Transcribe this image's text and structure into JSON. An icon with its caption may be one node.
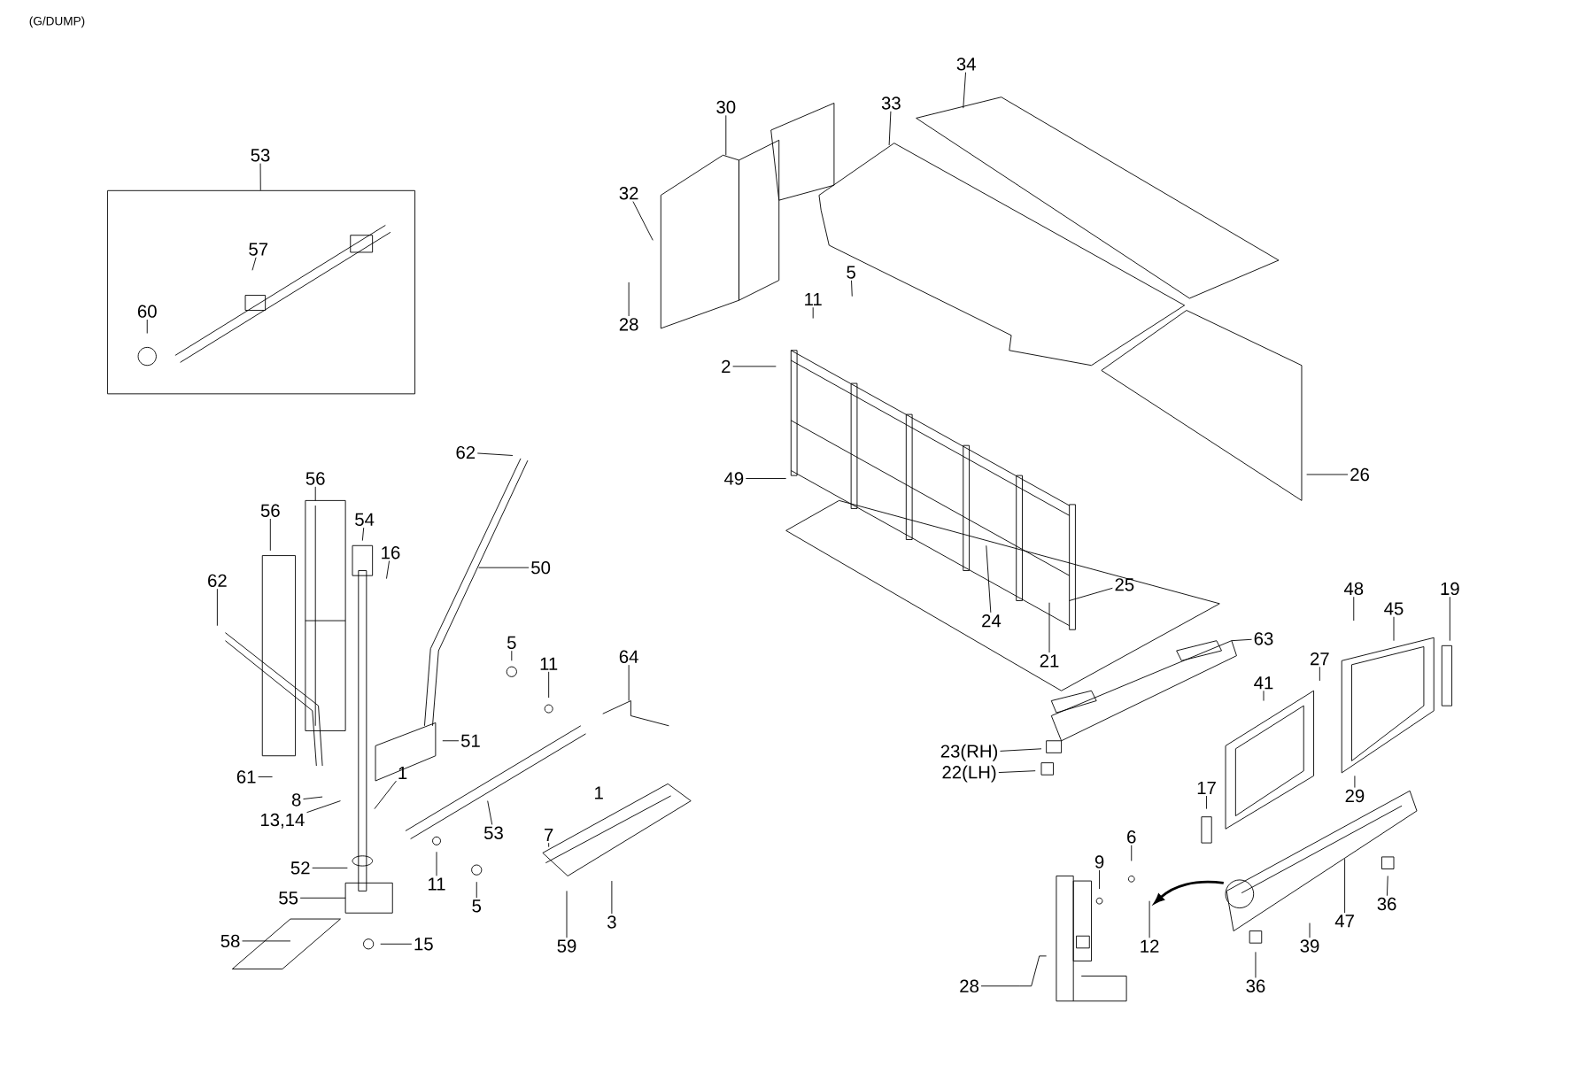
{
  "diagram": {
    "nodes": [
      {
        "text": [
          "53"
        ]
      },
      {
        "text": [],
        "shape": "box"
      },
      {
        "text": [
          "57"
        ],
        "in": 1
      },
      {
        "text": [
          "60"
        ],
        "in": 1
      },
      {
        "text": [
          "34"
        ]
      },
      {
        "text": [
          "33"
        ]
      },
      {
        "text": [
          "30"
        ]
      },
      {
        "text": [
          "32"
        ]
      },
      {
        "text": [
          "28"
        ]
      },
      {
        "text": [
          "5"
        ]
      },
      {
        "text": [
          "11"
        ]
      },
      {
        "text": [
          "2"
        ]
      },
      {
        "text": [
          "49"
        ]
      },
      {
        "text": [
          "26"
        ]
      },
      {
        "text": [
          "25"
        ]
      },
      {
        "text": [
          "24"
        ]
      },
      {
        "text": [
          "21"
        ]
      },
      {
        "text": [
          "63"
        ]
      },
      {
        "text": [
          "48"
        ]
      },
      {
        "text": [
          "45"
        ]
      },
      {
        "text": [
          "19"
        ]
      },
      {
        "text": [
          "41"
        ]
      },
      {
        "text": [
          "27"
        ]
      },
      {
        "text": [
          "23(RH)"
        ]
      },
      {
        "text": [
          "22(LH)"
        ]
      },
      {
        "text": [
          "17"
        ]
      },
      {
        "text": [
          "29"
        ]
      },
      {
        "text": [
          "6"
        ]
      },
      {
        "text": [
          "9"
        ]
      },
      {
        "text": [
          "36"
        ]
      },
      {
        "text": [
          "47"
        ]
      },
      {
        "text": [
          "12"
        ]
      },
      {
        "text": [
          "39"
        ]
      },
      {
        "text": [
          "36"
        ]
      },
      {
        "text": [
          "28"
        ]
      },
      {
        "text": [
          "62"
        ]
      },
      {
        "text": [
          "56"
        ]
      },
      {
        "text": [
          "56"
        ]
      },
      {
        "text": [
          "54"
        ]
      },
      {
        "text": [
          "16"
        ]
      },
      {
        "text": [
          "50"
        ]
      },
      {
        "text": [
          "62"
        ]
      },
      {
        "text": [
          "5"
        ]
      },
      {
        "text": [
          "11"
        ]
      },
      {
        "text": [
          "64"
        ]
      },
      {
        "text": [
          "51"
        ]
      },
      {
        "text": [
          "1"
        ]
      },
      {
        "text": [
          "61"
        ]
      },
      {
        "text": [
          "8"
        ]
      },
      {
        "text": [
          "13,14"
        ]
      },
      {
        "text": [
          "53"
        ]
      },
      {
        "text": [
          "7"
        ]
      },
      {
        "text": [
          "52"
        ]
      },
      {
        "text": [
          "11"
        ]
      },
      {
        "text": [
          "5"
        ]
      },
      {
        "text": [
          "3"
        ]
      },
      {
        "text": [
          "55"
        ]
      },
      {
        "text": [
          "59"
        ]
      },
      {
        "text": [
          "58"
        ]
      },
      {
        "text": [
          "15"
        ]
      }
    ],
    "edges": [
      {
        "from": 0,
        "to": 1,
        "arrow": "none"
      },
      {
        "from": 2,
        "to": null,
        "arrow": "none"
      },
      {
        "from": 3,
        "to": null,
        "arrow": "none"
      },
      {
        "from": 4,
        "to": null,
        "arrow": "none"
      },
      {
        "from": 5,
        "to": null,
        "arrow": "none"
      },
      {
        "from": 6,
        "to": null,
        "arrow": "none"
      },
      {
        "from": 7,
        "to": null,
        "arrow": "none"
      },
      {
        "from": 8,
        "to": null,
        "arrow": "none"
      },
      {
        "from": 9,
        "to": null,
        "arrow": "none"
      },
      {
        "from": 10,
        "to": null,
        "arrow": "none"
      },
      {
        "from": 11,
        "to": null,
        "arrow": "none"
      },
      {
        "from": 12,
        "to": null,
        "arrow": "none"
      },
      {
        "from": 13,
        "to": null,
        "arrow": "none"
      },
      {
        "from": 14,
        "to": null,
        "arrow": "none"
      },
      {
        "from": 15,
        "to": null,
        "arrow": "none"
      },
      {
        "from": 16,
        "to": null,
        "arrow": "none"
      },
      {
        "from": 17,
        "to": null,
        "arrow": "none"
      },
      {
        "from": 18,
        "to": null,
        "arrow": "none"
      },
      {
        "from": 19,
        "to": null,
        "arrow": "none"
      },
      {
        "from": 20,
        "to": null,
        "arrow": "none"
      },
      {
        "from": 21,
        "to": null,
        "arrow": "none"
      },
      {
        "from": 22,
        "to": null,
        "arrow": "none"
      },
      {
        "from": 23,
        "to": null,
        "arrow": "none"
      },
      {
        "from": 24,
        "to": null,
        "arrow": "none"
      },
      {
        "from": 25,
        "to": null,
        "arrow": "none"
      },
      {
        "from": 26,
        "to": null,
        "arrow": "none"
      },
      {
        "from": 27,
        "to": null,
        "arrow": "none"
      },
      {
        "from": 28,
        "to": null,
        "arrow": "none"
      },
      {
        "from": 29,
        "to": null,
        "arrow": "none"
      },
      {
        "from": 30,
        "to": null,
        "arrow": "none"
      },
      {
        "from": 31,
        "to": null,
        "arrow": "none"
      },
      {
        "from": 32,
        "to": null,
        "arrow": "none"
      },
      {
        "from": 33,
        "to": null,
        "arrow": "none"
      },
      {
        "from": 34,
        "to": null,
        "arrow": "none"
      },
      {
        "from": 35,
        "to": null,
        "arrow": "none"
      },
      {
        "from": 36,
        "to": null,
        "arrow": "none"
      },
      {
        "from": 37,
        "to": null,
        "arrow": "none"
      },
      {
        "from": 38,
        "to": null,
        "arrow": "none"
      },
      {
        "from": 39,
        "to": null,
        "arrow": "none"
      },
      {
        "from": 40,
        "to": null,
        "arrow": "none"
      },
      {
        "from": 41,
        "to": null,
        "arrow": "none"
      },
      {
        "from": 42,
        "to": null,
        "arrow": "none"
      },
      {
        "from": 43,
        "to": null,
        "arrow": "none"
      },
      {
        "from": 44,
        "to": null,
        "arrow": "none"
      },
      {
        "from": 45,
        "to": null,
        "arrow": "none"
      },
      {
        "from": 46,
        "to": null,
        "arrow": "none"
      },
      {
        "from": 47,
        "to": null,
        "arrow": "none"
      },
      {
        "from": 48,
        "to": null,
        "arrow": "none"
      },
      {
        "from": 49,
        "to": null,
        "arrow": "none"
      },
      {
        "from": 50,
        "to": null,
        "arrow": "none"
      },
      {
        "from": 51,
        "to": null,
        "arrow": "none"
      },
      {
        "from": 52,
        "to": null,
        "arrow": "none"
      },
      {
        "from": 53,
        "to": null,
        "arrow": "none"
      },
      {
        "from": 54,
        "to": null,
        "arrow": "none"
      },
      {
        "from": 55,
        "to": null,
        "arrow": "none"
      },
      {
        "from": 56,
        "to": null,
        "arrow": "none"
      },
      {
        "from": 57,
        "to": null,
        "arrow": "none"
      },
      {
        "from": 58,
        "to": null,
        "arrow": "none"
      },
      {
        "from": 59,
        "to": null,
        "arrow": "none"
      }
    ],
    "labels": [
      "(G/DUMP)",
      "1"
    ]
  }
}
